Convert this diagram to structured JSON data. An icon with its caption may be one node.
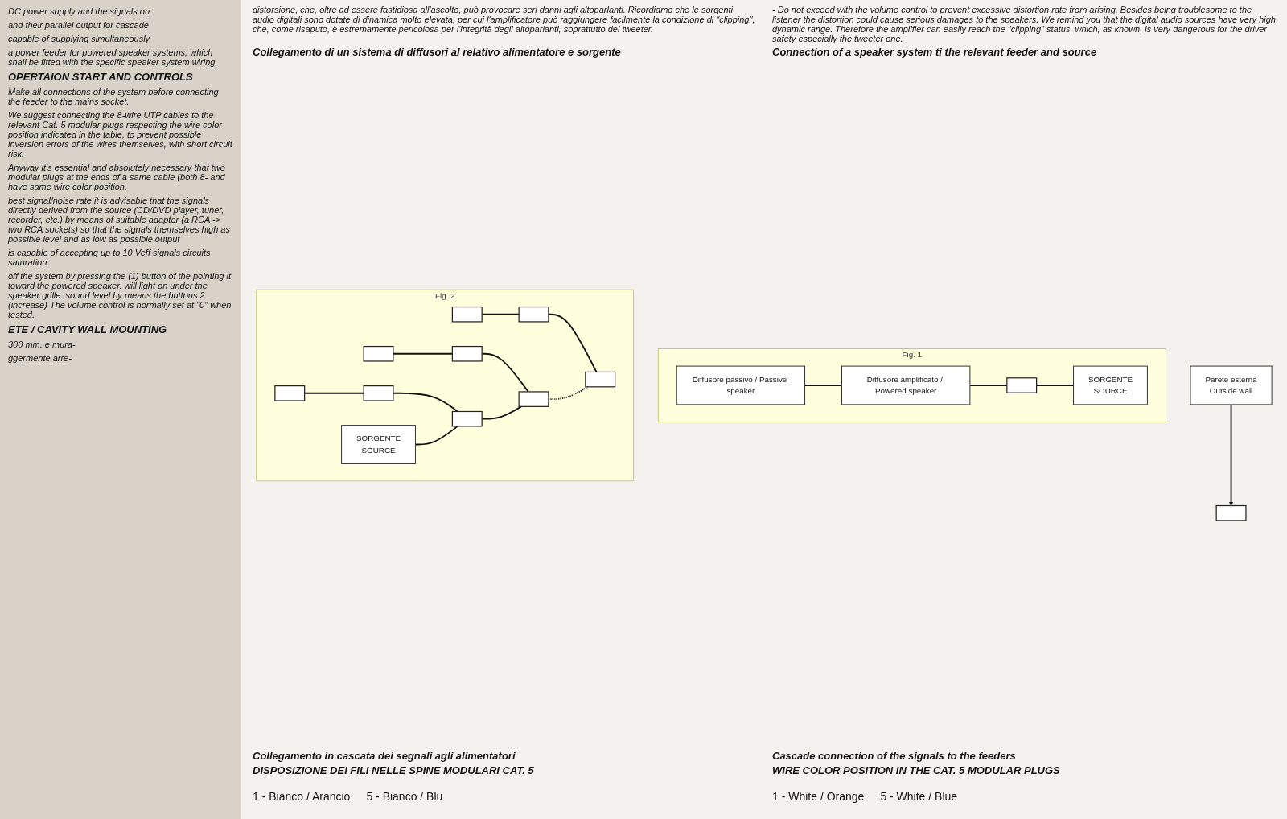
{
  "diagram": {
    "nodes": [
      {
        "text": [
          "Fig. 1"
        ]
      },
      {
        "text": [
          "Diffusore passivo / Passive speaker"
        ],
        "in": 0
      },
      {
        "text": [
          "Diffusore amplificato / Powered speaker"
        ],
        "in": 0
      },
      {
        "text": [],
        "shape": "box",
        "in": 0
      },
      {
        "text": [
          "SORGENTE",
          "SOURCE"
        ],
        "in": 0
      },
      {
        "text": [
          "Fig. 2"
        ]
      },
      {
        "text": [
          "SORGENTE",
          "SOURCE"
        ],
        "in": 5
      },
      {
        "text": [],
        "shape": "box",
        "in": 5
      },
      {
        "text": [],
        "shape": "box",
        "in": 5
      },
      {
        "text": [],
        "shape": "box",
        "in": 5
      },
      {
        "text": [],
        "shape": "box",
        "in": 5
      },
      {
        "text": [],
        "shape": "box",
        "in": 5
      },
      {
        "text": [],
        "shape": "box",
        "in": 5
      },
      {
        "text": [],
        "shape": "box",
        "in": 5
      },
      {
        "text": [],
        "shape": "box",
        "in": 5
      },
      {
        "text": [],
        "shape": "box",
        "in": 5
      },
      {
        "text": [
          "Parete esterna",
          "Outside wall"
        ]
      },
      {
        "text": [],
        "shape": "box"
      }
    ],
    "edges": [
      {
        "from": 1,
        "to": 2,
        "arrow": "none"
      },
      {
        "from": 2,
        "to": 3,
        "arrow": "none"
      },
      {
        "from": 3,
        "to": 4,
        "arrow": "none"
      },
      {
        "from": 7,
        "to": 8,
        "arrow": "none"
      },
      {
        "from": 8,
        "to": 9,
        "arrow": "none"
      },
      {
        "from": 10,
        "to": 11,
        "arrow": "none"
      },
      {
        "from": 11,
        "to": 12,
        "arrow": "none"
      },
      {
        "from": 13,
        "to": 14,
        "arrow": "none"
      },
      {
        "from": 14,
        "to": 15,
        "arrow": "none"
      },
      {
        "from": 6,
        "to": 9,
        "arrow": "none"
      },
      {
        "from": 9,
        "to": 12,
        "arrow": "none"
      },
      {
        "from": 12,
        "to": 15,
        "arrow": "none",
        "style": "dashed"
      },
      {
        "from": 16,
        "to": 17,
        "arrow": "to"
      }
    ],
    "labels": [
      "DC power supply and the signals on",
      "and their parallel output for cascade",
      "capable of supplying simultaneously",
      "a power feeder for powered speaker systems, which shall be fitted with the specific speaker system wiring.",
      "OPERTAION START AND CONTROLS",
      "Make all connections of the system before connecting the feeder to the mains socket.",
      "We suggest connecting the 8-wire UTP cables to the relevant Cat. 5 modular plugs respecting the wire color position indicated in the table, to prevent possible inversion errors of the wires themselves, with short circuit risk.",
      "Anyway it's essential and absolutely necessary that two modular plugs at the ends of a same cable (both 8- and have same wire color position.",
      "best signal/noise rate it is advisable that the signals directly derived from the source (CD/DVD player, tuner, recorder, etc.) by means of suitable adaptor (a RCA -> two RCA sockets) so that the signals themselves high as possible level and as low as possible output",
      "is capable of accepting up to 10 Veff signals circuits saturation.",
      "off the system by pressing the (1) button of the pointing it toward the powered speaker. will light on under the speaker grille. sound level by means the buttons 2 (increase) The volume control is normally set at \"0\" when tested.",
      "ETE / CAVITY WALL MOUNTING",
      "300 mm. e mura-",
      "ggermente arre-",
      "distorsione, che, oltre ad essere fastidiosa all'ascolto, può provocare seri danni agli altoparlanti. Ricordiamo che le sorgenti audio digitali sono dotate di dinamica molto elevata, per cui l'amplificatore può raggiungere facilmente la condizione di \"clipping\", che, come risaputo, è estremamente pericolosa per l'integrità degli altoparlanti, soprattutto dei tweeter.",
      "- Do not exceed with the volume control to prevent excessive distortion rate from arising. Besides being troublesome to the listener the distortion could cause serious damages to the speakers. We remind you that the digital audio sources have very high dynamic range. Therefore the amplifier can easily reach the \"clipping\" status, which, as known, is very dangerous for the driver safety especially the tweeter one.",
      "Collegamento di un sistema di diffusori al relativo alimentatore e sorgente",
      "Connection of a speaker system ti the relevant feeder and source",
      "Collegamento in cascata dei segnali agli alimentatori",
      "Cascade connection of the signals to the feeders",
      "DISPOSIZIONE DEI FILI NELLE SPINE MODULARI CAT. 5",
      "WIRE COLOR POSITION IN THE CAT. 5 MODULAR PLUGS",
      "1 - Bianco / Arancio",
      "5 - Bianco / Blu",
      "1 - White / Orange",
      "5 - White / Blue"
    ]
  }
}
